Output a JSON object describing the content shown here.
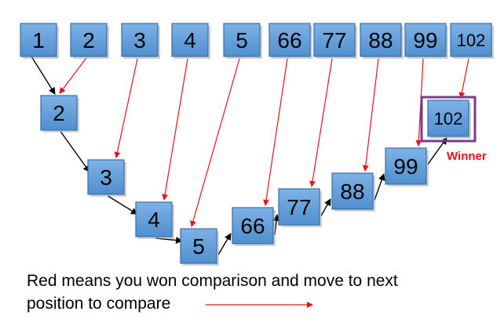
{
  "top_row": [
    "1",
    "2",
    "3",
    "4",
    "5",
    "66",
    "77",
    "88",
    "99",
    "102"
  ],
  "comparison_path": [
    "2",
    "3",
    "4",
    "5",
    "66",
    "77",
    "88",
    "99",
    "102"
  ],
  "winner_label": "Winner",
  "caption_line1": "Red means you won comparison and move to next",
  "caption_line2": "position to compare",
  "colors": {
    "box_fill": "#5b9bd5",
    "box_border": "#3a6ea5",
    "red_arrow": "#e8141c",
    "black_arrow": "#000000",
    "winner_frame": "#7a3b8c",
    "winner_text": "#e8141c"
  }
}
